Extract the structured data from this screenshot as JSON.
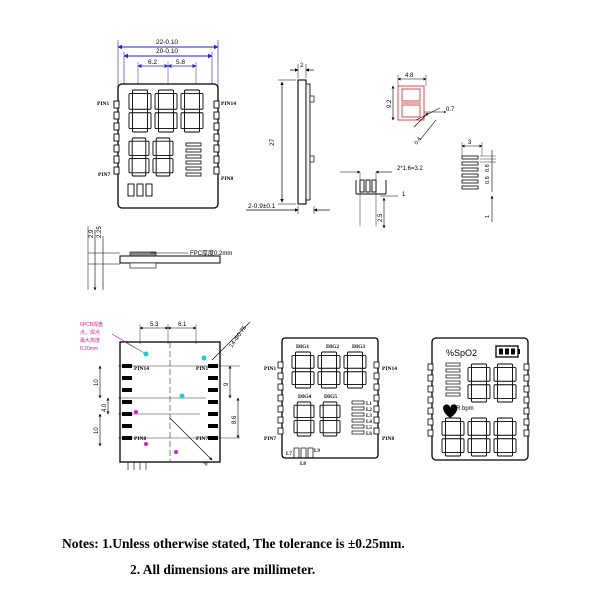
{
  "drawing": {
    "front": {
      "dim_total": "22-0.10",
      "dim_inner": "20-0.10",
      "dim_left": "6.2",
      "dim_mid": "5.8",
      "dim_height": "27",
      "pin1": "PIN1",
      "pin14": "PIN14",
      "pin7": "PIN7",
      "pin8": "PIN8"
    },
    "side": {
      "dim_top": "2",
      "dim_bottom": "2-0.9±0.1"
    },
    "digit_detail": {
      "dim_width": "4.8",
      "dim_height": "9.2",
      "dim_stroke": "0.7",
      "dim_angle": "0.4"
    },
    "pin_detail": {
      "dim_pitch": "2*1.6=3.2",
      "dim_one": "1",
      "dim_len": "2.5"
    },
    "bars_detail": {
      "dim_three": "3",
      "dim_sp1": "0.8",
      "dim_sp2": "0.8",
      "dim_one": "1"
    },
    "bottom_view": {
      "dim_29": "2.9",
      "dim_225": "2.25",
      "fpc_label": "FPC厚度0.2mm"
    },
    "pcb_view": {
      "note": [
        "6PCB焊盘",
        "点，焊点",
        "最大高度",
        "0.20mm"
      ],
      "dim_53": "5.3",
      "dim_61": "6.1",
      "dim_diag": "14-Φ0.75",
      "dim_10a": "10",
      "dim_40": "4.0",
      "dim_10b": "10",
      "dim_9": "9",
      "dim_86": "8.6",
      "dim_small": "8",
      "pin14": "PIN14",
      "pin1": "PIN1",
      "pin8": "PIN8",
      "pin7": "PIN7"
    },
    "segment_map": {
      "dig1": "DIG1",
      "dig2": "DIG2",
      "dig3": "DIG3",
      "dig4": "DIG4",
      "dig5": "DIG5",
      "l1": "L1",
      "l2": "L2",
      "l3": "L3",
      "l4": "L4",
      "l5": "L5",
      "l6": "L6",
      "l7": "L7",
      "l8": "L8",
      "l9": "L9",
      "pin1": "PIN1",
      "pin14": "PIN14",
      "pin7": "PIN7",
      "pin8": "PIN8"
    },
    "oximeter": {
      "spo2": "%SpO2",
      "pr": "PR bpm"
    }
  },
  "notes": {
    "line1": "Notes: 1.Unless otherwise stated, The tolerance is  ±0.25mm.",
    "line2": "2. All dimensions are millimeter."
  }
}
